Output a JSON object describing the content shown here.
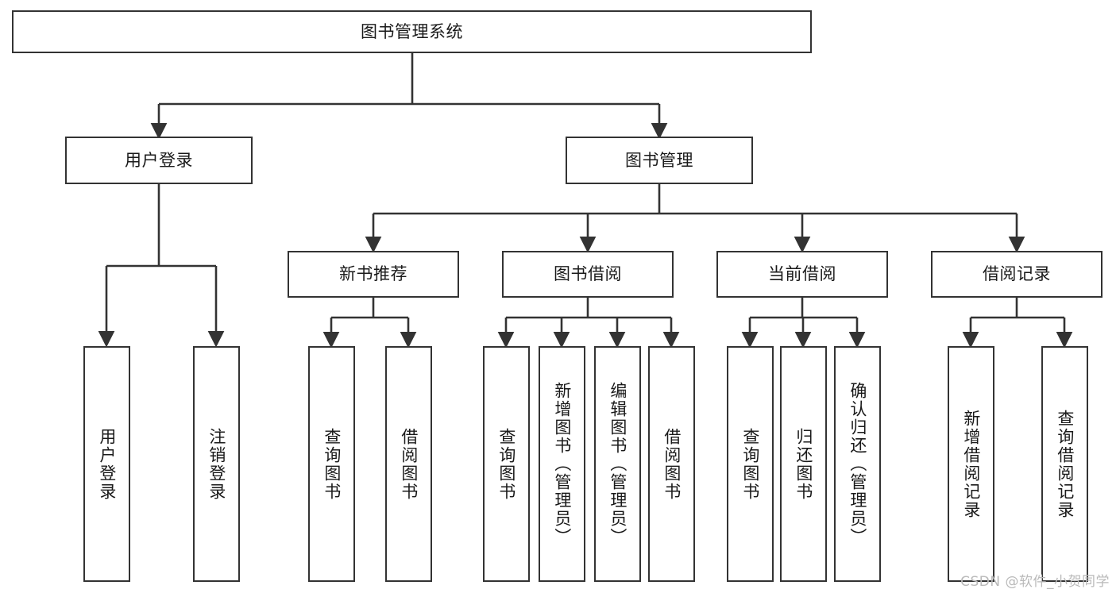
{
  "diagram": {
    "title": "图书管理系统",
    "type": "hierarchy-tree",
    "line_color": "#333333",
    "box_fill": "#ffffff",
    "text_color": "#1a1a1a"
  },
  "root": {
    "label": "图书管理系统"
  },
  "level2": [
    {
      "label": "用户登录"
    },
    {
      "label": "图书管理"
    }
  ],
  "level3": [
    {
      "label": "新书推荐"
    },
    {
      "label": "图书借阅"
    },
    {
      "label": "当前借阅"
    },
    {
      "label": "借阅记录"
    }
  ],
  "leaves": {
    "user_login": [
      {
        "label": "用户登录"
      },
      {
        "label": "注销登录"
      }
    ],
    "new_book": [
      {
        "label": "查询图书"
      },
      {
        "label": "借阅图书"
      }
    ],
    "borrow": [
      {
        "label": "查询图书"
      },
      {
        "label": "新增图书（管理员）"
      },
      {
        "label": "编辑图书（管理员）"
      },
      {
        "label": "借阅图书"
      }
    ],
    "current": [
      {
        "label": "查询图书"
      },
      {
        "label": "归还图书"
      },
      {
        "label": "确认归还（管理员）"
      }
    ],
    "records": [
      {
        "label": "新增借阅记录"
      },
      {
        "label": "查询借阅记录"
      }
    ]
  },
  "watermark": {
    "text": "CSDN @软件_小贺同学"
  }
}
